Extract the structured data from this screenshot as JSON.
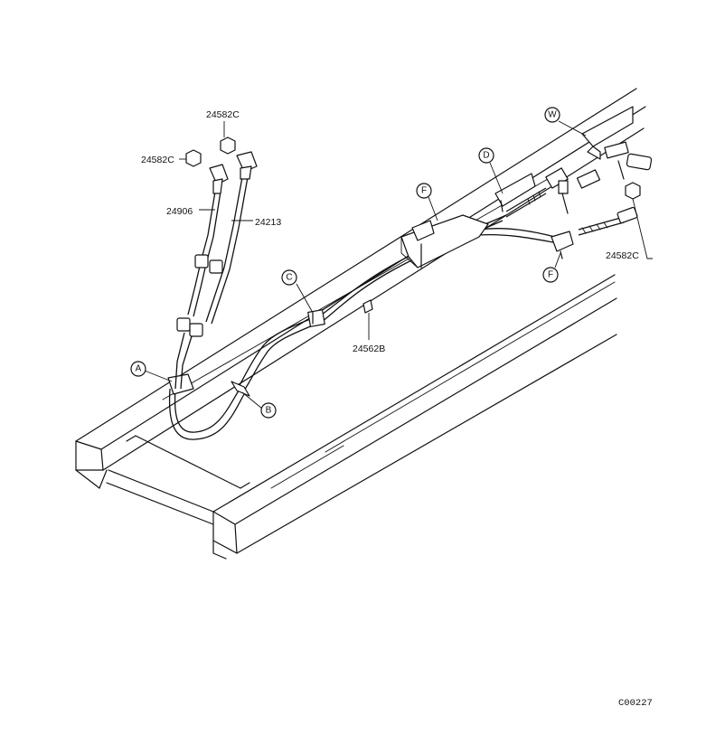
{
  "parts": [
    {
      "key": "nut_top",
      "number": "24582C"
    },
    {
      "key": "nut_left",
      "number": "24582C"
    },
    {
      "key": "cable_left",
      "number": "24906"
    },
    {
      "key": "cable_right",
      "number": "24213"
    },
    {
      "key": "clip",
      "number": "24562B"
    },
    {
      "key": "nut_right",
      "number": "24582C"
    }
  ],
  "callouts": [
    "A",
    "B",
    "C",
    "D",
    "F",
    "F",
    "W"
  ],
  "figure_ref": "C00227"
}
